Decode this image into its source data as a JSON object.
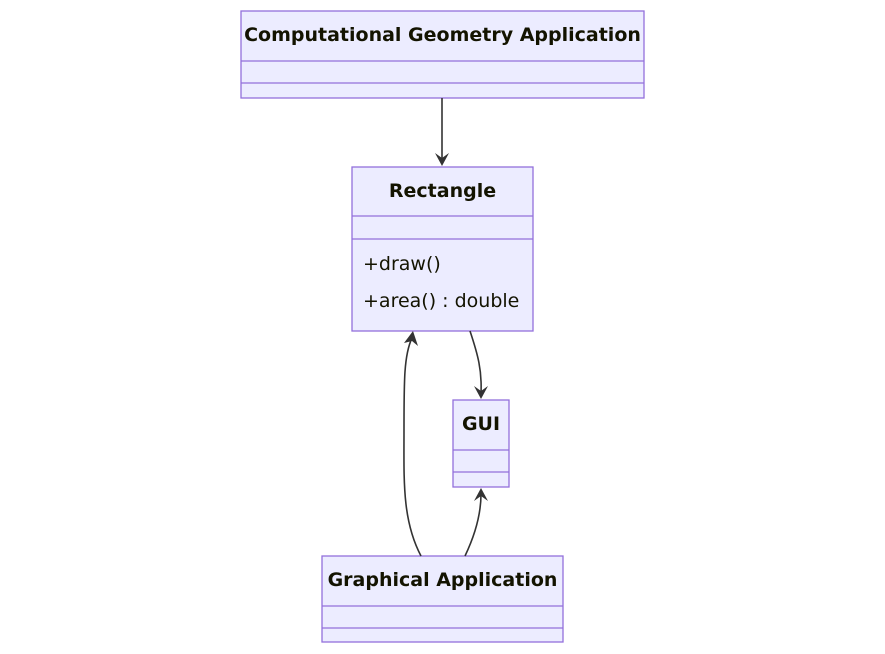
{
  "diagram": {
    "type": "class-diagram",
    "colors": {
      "box_fill": "#ECECFF",
      "box_stroke": "#9370DB",
      "text": "#131300",
      "edge": "#333333"
    },
    "classes": [
      {
        "id": "cga",
        "name": "Computational Geometry Application",
        "attributes": [],
        "methods": []
      },
      {
        "id": "rect",
        "name": "Rectangle",
        "attributes": [],
        "methods": [
          "+draw()",
          "+area() : double"
        ]
      },
      {
        "id": "gui",
        "name": "GUI",
        "attributes": [],
        "methods": []
      },
      {
        "id": "ga",
        "name": "Graphical Application",
        "attributes": [],
        "methods": []
      }
    ],
    "relations": [
      {
        "from": "Computational Geometry Application",
        "to": "Rectangle",
        "type": "association"
      },
      {
        "from": "Rectangle",
        "to": "GUI",
        "type": "association"
      },
      {
        "from": "Graphical Application",
        "to": "Rectangle",
        "type": "association"
      },
      {
        "from": "Graphical Application",
        "to": "GUI",
        "type": "association"
      }
    ]
  }
}
